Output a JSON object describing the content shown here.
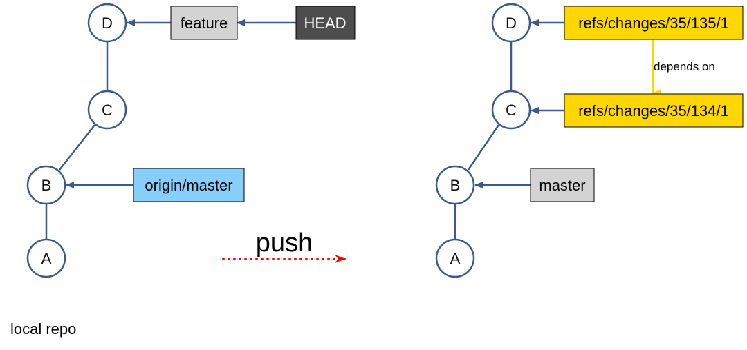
{
  "colors": {
    "node_stroke": "#3b5a8a",
    "branch_fill": "#d3d3d3",
    "head_fill": "#4d4d4d",
    "remote_fill": "#87cefa",
    "change_fill": "#ffd700",
    "dependency_arrow": "#ffd700",
    "push_arrow": "#ff0000"
  },
  "local": {
    "caption": "local repo",
    "commits": {
      "a": "A",
      "b": "B",
      "c": "C",
      "d": "D"
    },
    "refs": {
      "feature": "feature",
      "head": "HEAD",
      "origin_master": "origin/master"
    }
  },
  "push": {
    "label": "push"
  },
  "remote": {
    "commits": {
      "a": "A",
      "b": "B",
      "c": "C",
      "d": "D"
    },
    "refs": {
      "change_135": "refs/changes/35/135/1",
      "change_134": "refs/changes/35/134/1",
      "master": "master"
    },
    "dependency_label": "depends on"
  }
}
